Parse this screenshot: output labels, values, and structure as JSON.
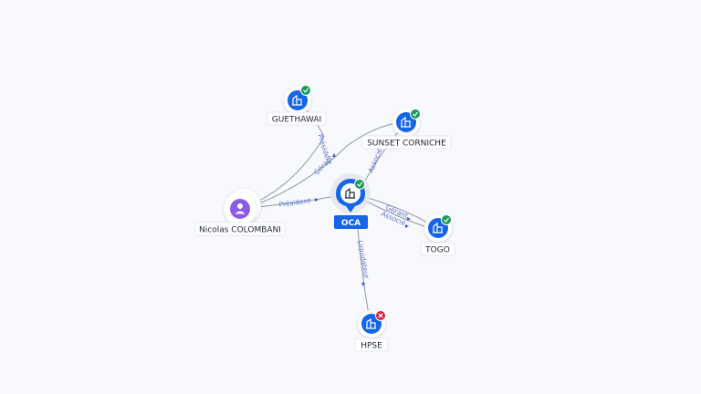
{
  "colors": {
    "background": "#f8f9fc",
    "company_node": "#1565e8",
    "person_node": "#8a5ce6",
    "active_badge": "#1a9a5b",
    "closed_badge": "#d42040",
    "edge": "#8f97ab",
    "edge_label": "#5b74c7"
  },
  "center": {
    "label": "OCA",
    "icon": "building-icon",
    "status": "active"
  },
  "nodes": [
    {
      "id": "guethawai",
      "label": "GUETHAWAI",
      "type": "company",
      "icon": "building-icon",
      "status": "active"
    },
    {
      "id": "sunset",
      "label": "SUNSET CORNICHE",
      "type": "company",
      "icon": "building-icon",
      "status": "active"
    },
    {
      "id": "togo",
      "label": "TOGO",
      "type": "company",
      "icon": "building-icon",
      "status": "active"
    },
    {
      "id": "hpse",
      "label": "HPSE",
      "type": "company",
      "icon": "building-icon",
      "status": "closed"
    },
    {
      "id": "nicolas",
      "label": "Nicolas COLOMBANI",
      "type": "person",
      "icon": "person-icon",
      "status": "none"
    }
  ],
  "edges": [
    {
      "id": "e1",
      "label": "Président"
    },
    {
      "id": "e2",
      "label": "Gérant"
    },
    {
      "id": "e3",
      "label": "Président"
    },
    {
      "id": "e4",
      "label": "Associé"
    },
    {
      "id": "e5",
      "label": "Gérant"
    },
    {
      "id": "e6",
      "label": "Associé"
    },
    {
      "id": "e7",
      "label": "Liquidateur"
    }
  ]
}
